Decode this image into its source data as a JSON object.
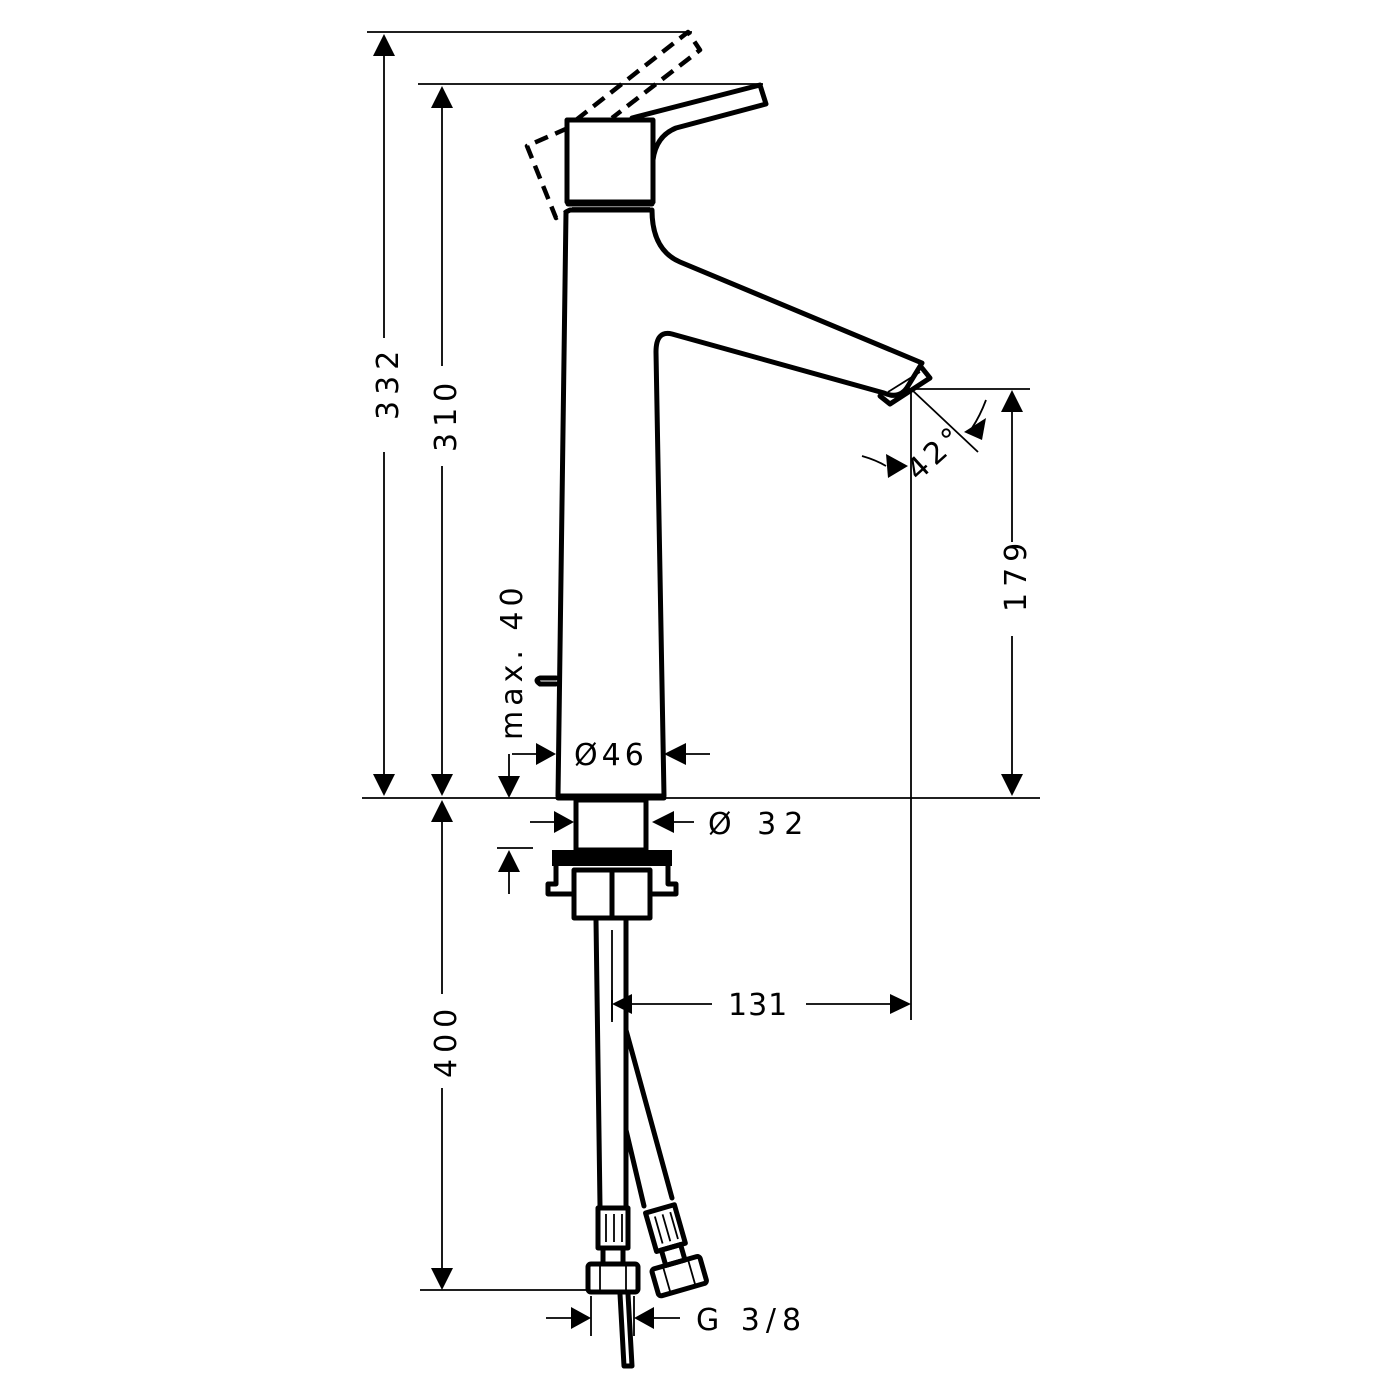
{
  "drawing": {
    "subject": "Single-lever basin mixer with pop-up waste, technical dimension drawing",
    "line_color": "#000000",
    "background": "#ffffff"
  },
  "dimensions": {
    "total_height_lever_open": "332",
    "total_height_lever_closed": "310",
    "spout_height": "179",
    "spray_angle": "42°",
    "pop_up_rod_max": "max. 40",
    "body_diameter": "Ø46",
    "shank_diameter": "Ø 32",
    "supply_hose_length": "400",
    "spout_projection": "131",
    "connection_thread": "G 3/8"
  }
}
